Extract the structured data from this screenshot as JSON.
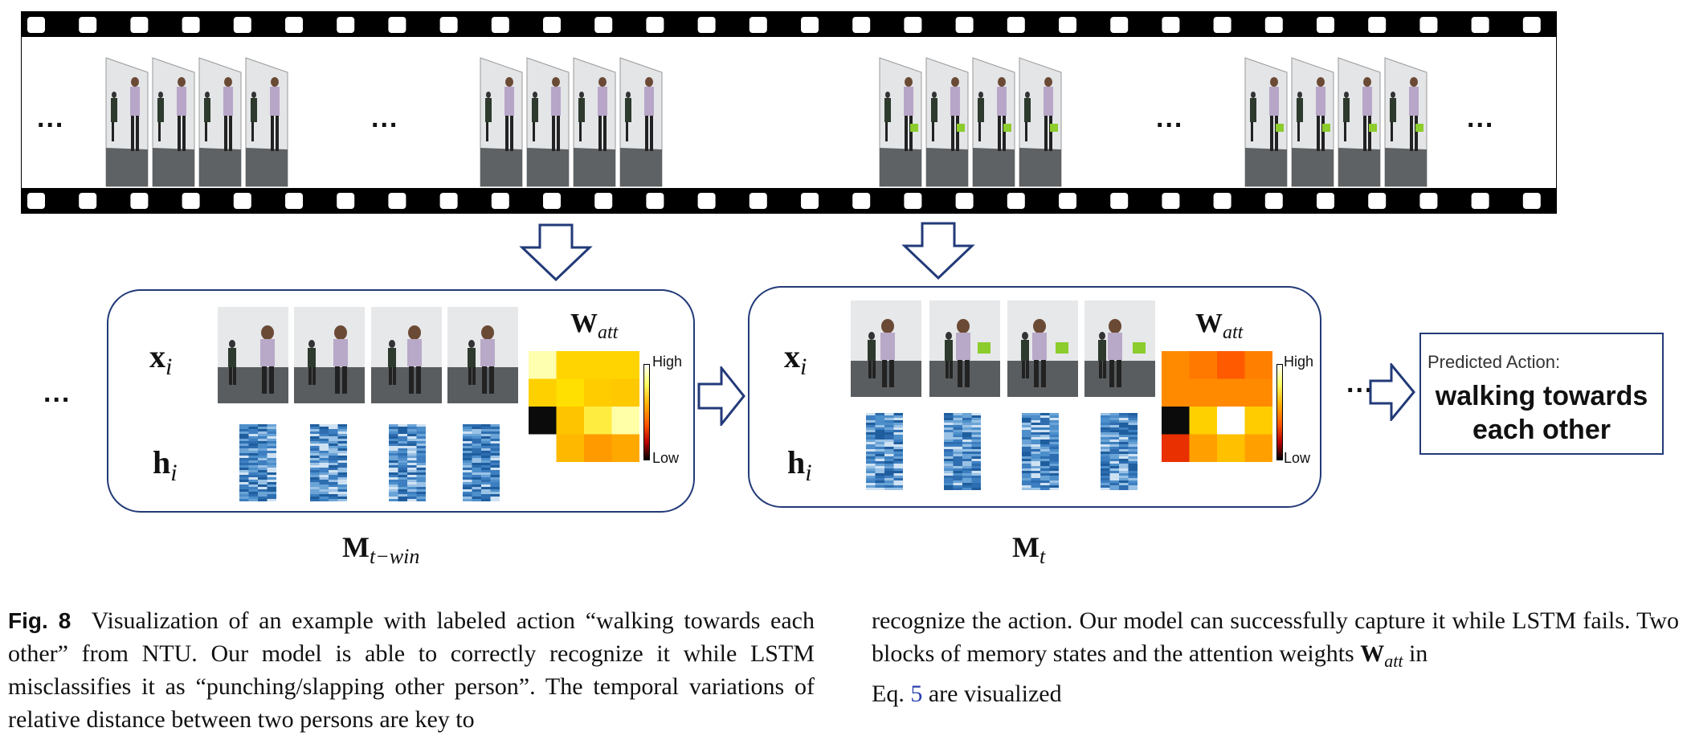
{
  "film": {
    "ellipsis_1": "...",
    "ellipsis_2": "...",
    "ellipsis_3": "...",
    "ellipsis_4": "..."
  },
  "left_ellipsis": "...",
  "between_ellipsis": "...",
  "block_left": {
    "x_label": "x",
    "x_sub": "i",
    "h_label": "h",
    "h_sub": "i",
    "watt_label": "W",
    "watt_sub": "att",
    "cb_high": "High",
    "cb_low": "Low",
    "name": "M",
    "name_sub": "t−win"
  },
  "block_right": {
    "x_label": "x",
    "x_sub": "i",
    "h_label": "h",
    "h_sub": "i",
    "watt_label": "W",
    "watt_sub": "att",
    "cb_high": "High",
    "cb_low": "Low",
    "name": "M",
    "name_sub": "t"
  },
  "prediction": {
    "title": "Predicted Action:",
    "action": "walking towards each other"
  },
  "caption": {
    "fig_label": "Fig. 8",
    "left_text": "Visualization of an example with labeled action “walking towards each other” from NTU. Our model is able to correctly recognize it while LSTM misclassifies it as “punching/slapping other person”. The temporal variations of relative distance between two persons are key to",
    "right_text_1": "recognize the action. Our model can successfully capture it while LSTM fails. Two blocks of memory states and the attention weights",
    "right_w": "W",
    "right_w_sub": "att",
    "right_text_2": "in",
    "right_text_3": "Eq.",
    "eq_ref": "5",
    "right_text_4": "are visualized"
  },
  "colors": {
    "border": "#223a78",
    "film": "#000000",
    "link": "#2a3fb0"
  }
}
